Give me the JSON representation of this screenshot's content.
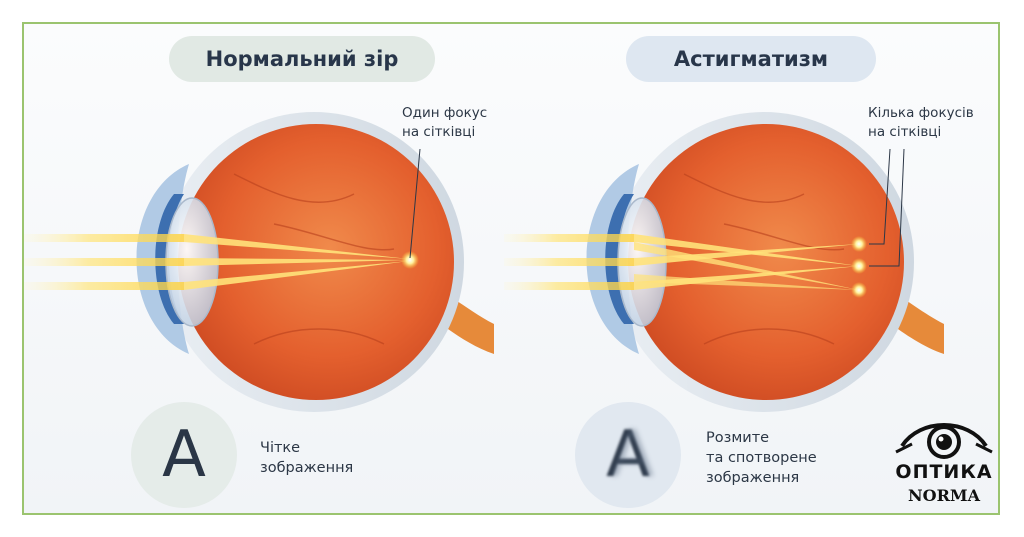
{
  "colors": {
    "frame_border": "#9bc46f",
    "eye_orange": "#e35a2c",
    "light_beam": "#ffd94a",
    "text_dark": "#2a3646"
  },
  "left": {
    "heading": "Нормальний зір",
    "annotation_line1": "Один фокус",
    "annotation_line2": "на сітківці",
    "letter": "A",
    "caption_line1": "Чітке",
    "caption_line2": "зображення"
  },
  "right": {
    "heading": "Астигматизм",
    "annotation_line1": "Кілька фокусів",
    "annotation_line2": "на сітківці",
    "letter": "A",
    "caption_line1": "Розмите",
    "caption_line2": "та спотворене",
    "caption_line3": "зображення"
  },
  "logo": {
    "icon": "eye-logo-icon",
    "word1": "ОПТИКА",
    "word2": "NORMA"
  }
}
